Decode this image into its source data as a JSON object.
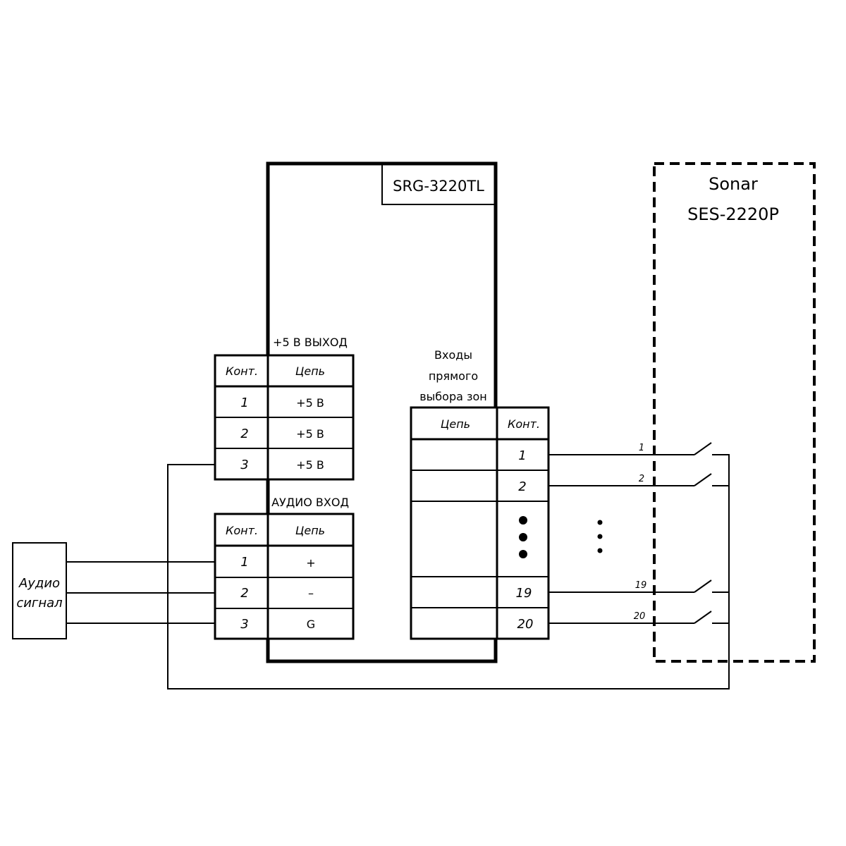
{
  "device": {
    "title": "SRG-3220TL"
  },
  "remote": {
    "title_line1": "Sonar",
    "title_line2": "SES-2220P"
  },
  "audio_source": {
    "line1": "Аудио",
    "line2": "сигнал"
  },
  "power_block": {
    "caption": "+5 В ВЫХОД",
    "header_contact": "Конт.",
    "header_circuit": "Цепь",
    "rows": [
      {
        "contact": "1",
        "circuit": "+5 В"
      },
      {
        "contact": "2",
        "circuit": "+5 В"
      },
      {
        "contact": "3",
        "circuit": "+5 В"
      }
    ]
  },
  "audio_block": {
    "caption": "АУДИО ВХОД",
    "header_contact": "Конт.",
    "header_circuit": "Цепь",
    "rows": [
      {
        "contact": "1",
        "circuit": "+"
      },
      {
        "contact": "2",
        "circuit": "–"
      },
      {
        "contact": "3",
        "circuit": "G"
      }
    ]
  },
  "zone_block": {
    "caption_line1": "Входы",
    "caption_line2": "прямого",
    "caption_line3": "выбора зон",
    "header_circuit": "Цепь",
    "header_contact": "Конт.",
    "rows": [
      {
        "contact": "1"
      },
      {
        "contact": "2"
      },
      {
        "contact": "19"
      },
      {
        "contact": "20"
      }
    ]
  },
  "switch_labels": [
    "1",
    "2",
    "19",
    "20"
  ]
}
